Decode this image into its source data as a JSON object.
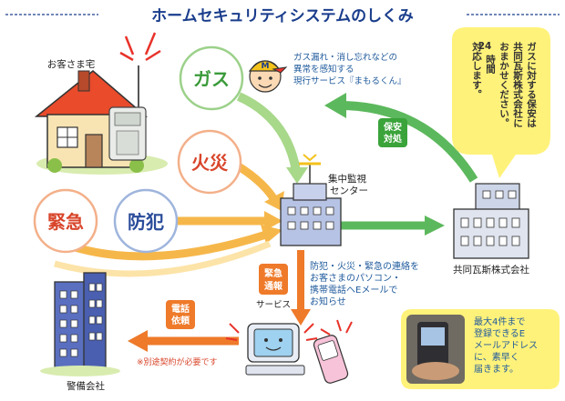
{
  "title": "ホームセキュリティシステムのしくみ",
  "house_label": "お客さま宅",
  "bubbles": {
    "gas": "ガス",
    "fire": "火災",
    "emergency": "緊急",
    "crime": "防犯"
  },
  "mamorukun_text": [
    "ガス漏れ・消し忘れなどの",
    "異常を感知する",
    "現行サービス『まもるくん』"
  ],
  "mascot_cap_letter": "M",
  "center_label": [
    "集中監視",
    "センター"
  ],
  "gas_company_label": "共同瓦斯株式会社",
  "gas_company_note": [
    "ガスに対する保安は",
    "共同瓦斯株式会社に",
    "おまかせください。",
    "24",
    "時間",
    "対応します。"
  ],
  "hoan_label": [
    "保安",
    "対処"
  ],
  "emergency_service_label": [
    "緊急",
    "通報"
  ],
  "service_word": "サービス",
  "notify_text": [
    "防犯・火災・緊急の連絡を",
    "お客さまのパソコン・",
    "携帯電話へEメールで",
    "お知らせ"
  ],
  "phone_request_label": [
    "電話",
    "依頼"
  ],
  "guard_label": "警備会社",
  "separate_contract_note": "※別途契約が必要です",
  "email_note": [
    "最大4件まで",
    "登録できるE",
    "メールアドレス",
    "に、素早く",
    "届きます。"
  ],
  "colors": {
    "title_blue": "#1a3d8c",
    "gas_green": "#3a9a3a",
    "fire_red": "#d8452a",
    "crime_blue": "#2a4c9a",
    "arrow_green": "#5cb85c",
    "arrow_light_green": "#a8d88a",
    "arrow_orange": "#f6b74a",
    "arrow_dark_orange": "#ee7a2a",
    "note_yellow": "#fff27a"
  }
}
